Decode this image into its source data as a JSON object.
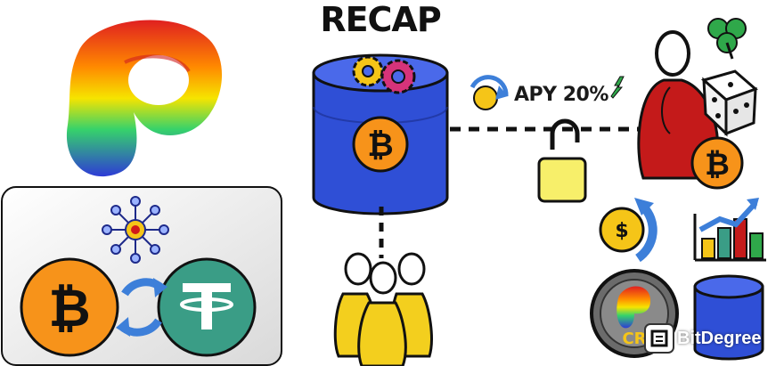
{
  "header": {
    "title": "RECAP"
  },
  "apy": {
    "label": "APY 20%"
  },
  "branding": {
    "name": "BitDegree"
  },
  "icons": [
    "curve-logo-icon",
    "database-icon",
    "gear-icon",
    "bitcoin-coin-icon",
    "padlock-open-icon",
    "people-icon",
    "hooded-figure-icon",
    "clover-icon",
    "dice-icon",
    "chart-bars-icon",
    "tether-coin-icon",
    "swap-arrows-icon",
    "network-hub-icon",
    "crv-coin-icon",
    "bitdegree-logo-icon"
  ],
  "colors": {
    "bitcoin": "#f7931a",
    "database_blue": "#2f4fd6",
    "tether_green": "#3a9d86",
    "gear_yellow": "#f5c518",
    "gear_pink": "#d6337a",
    "red_hood": "#c41a1a",
    "people_yellow": "#f3cf1e"
  }
}
